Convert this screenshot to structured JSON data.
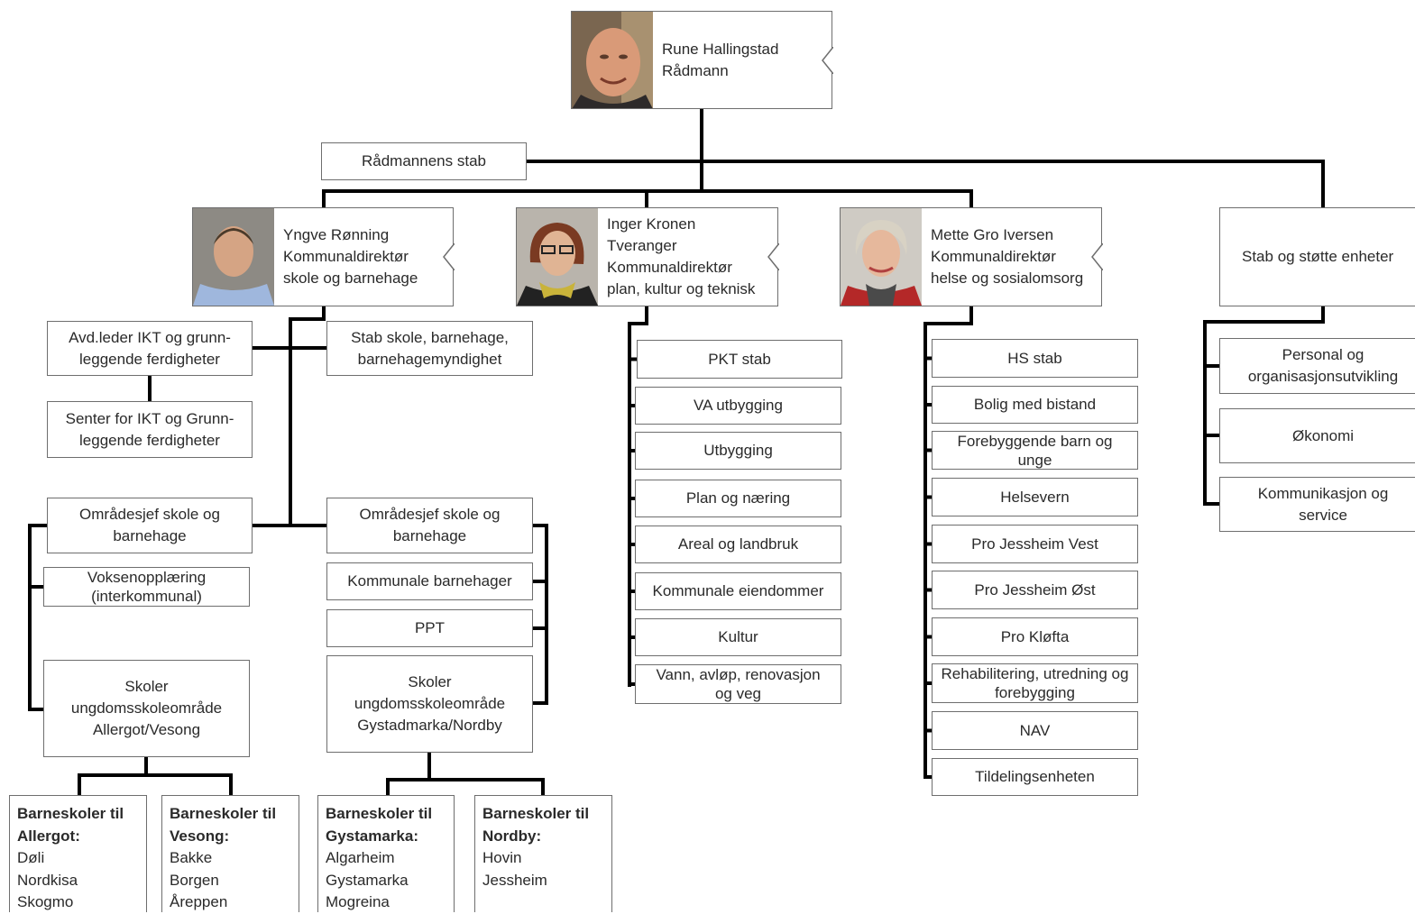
{
  "ceo": {
    "name": "Rune Hallingstad",
    "title": "Rådmann"
  },
  "staff": {
    "label": "Rådmannens stab"
  },
  "directors": [
    {
      "name": "Yngve Rønning",
      "title": "Kommunaldirektør",
      "area": "skole og barnehage"
    },
    {
      "name": "Inger Kronen",
      "name2": "Tveranger",
      "title": "Kommunaldirektør",
      "area": "plan, kultur og teknisk"
    },
    {
      "name": "Mette Gro Iversen",
      "title": "Kommunaldirektør",
      "area": "helse og sosialomsorg"
    }
  ],
  "support": {
    "label": "Stab og støtte enheter"
  },
  "school": {
    "ikt_leader": [
      "Avd.leder IKT og grunn-",
      "leggende ferdigheter"
    ],
    "ikt_center": [
      "Senter for IKT og Grunn-",
      "leggende ferdigheter"
    ],
    "staff": [
      "Stab skole, barnehage,",
      "barnehagemyndighet"
    ],
    "area_left": [
      "Områdesjef skole og",
      "barnehage"
    ],
    "area_right": [
      "Områdesjef skole og",
      "barnehage"
    ],
    "adult_ed": [
      "Voksenopplæring",
      "(interkommunal)"
    ],
    "municipal_kg": "Kommunale barnehager",
    "ppt": "PPT",
    "schools_left": [
      "Skoler",
      "ungdomsskoleområde",
      "Allergot/Vesong"
    ],
    "schools_right": [
      "Skoler",
      "ungdomsskoleområde",
      "Gystadmarka/Nordby"
    ],
    "primary": [
      {
        "heading": [
          "Barneskoler til",
          "Allergot:"
        ],
        "items": [
          "Døli",
          "Nordkisa",
          "Skogmo"
        ]
      },
      {
        "heading": [
          "Barneskoler til",
          "Vesong:"
        ],
        "items": [
          "Bakke",
          "Borgen",
          "Åreppen"
        ]
      },
      {
        "heading": [
          "Barneskoler til",
          "Gystamarka:"
        ],
        "items": [
          "Algarheim",
          "Gystamarka",
          "Mogreina"
        ]
      },
      {
        "heading": [
          "Barneskoler til",
          "Nordby:"
        ],
        "items": [
          "Hovin",
          "Jessheim"
        ]
      }
    ]
  },
  "pkt_units": [
    "PKT stab",
    "VA utbygging",
    "Utbygging",
    "Plan og næring",
    "Areal og landbruk",
    "Kommunale eiendommer",
    "Kultur",
    "Vann, avløp, renovasjon og veg"
  ],
  "hs_units": [
    "HS stab",
    "Bolig med bistand",
    "Forebyggende barn og unge",
    "Helsevern",
    "Pro Jessheim Vest",
    "Pro Jessheim Øst",
    "Pro Kløfta",
    "Rehabilitering, utredning og forebygging",
    "NAV",
    "Tildelingsenheten"
  ],
  "support_units": [
    [
      "Personal og",
      "organisasjonsutvikling"
    ],
    [
      "Økonomi"
    ],
    [
      "Kommunikasjon og",
      "service"
    ]
  ],
  "colors": {
    "line": "#000000",
    "border": "#6e6e6e",
    "text": "#2a2a2a"
  }
}
